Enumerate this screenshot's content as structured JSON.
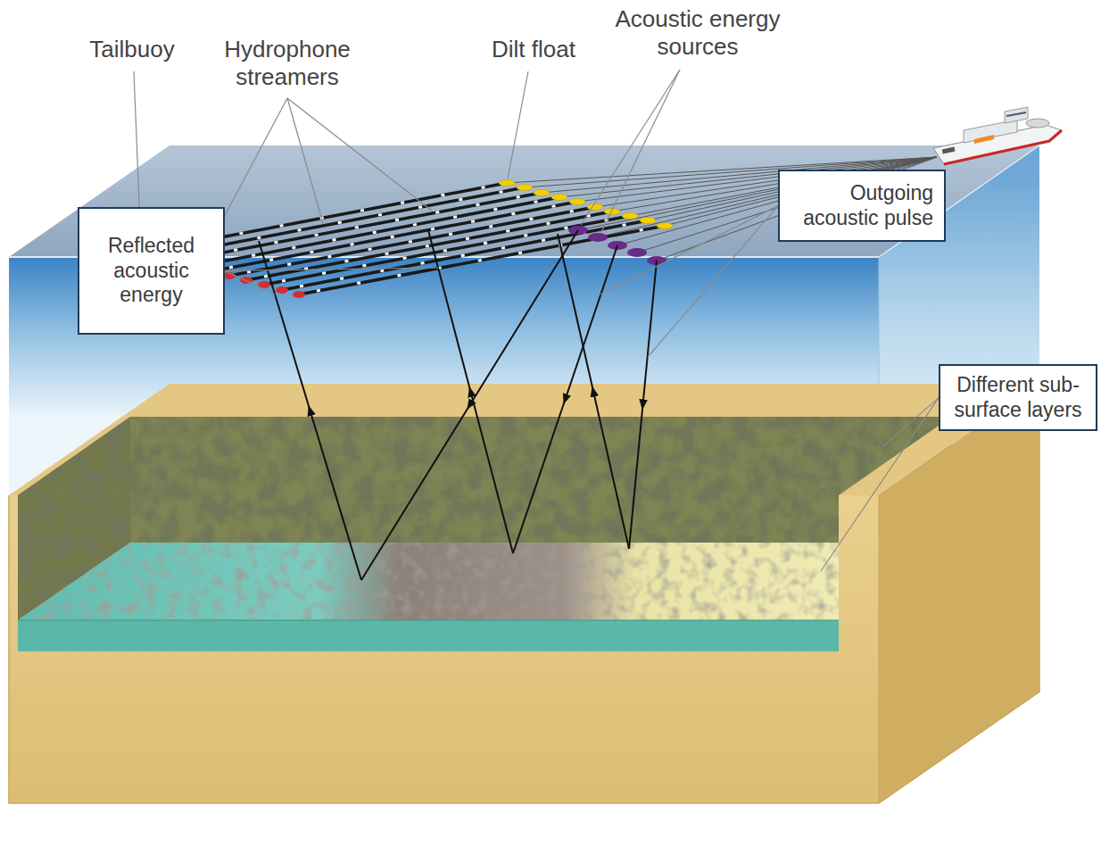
{
  "diagram": {
    "nodes": [
      {
        "text": [
          "Outgoing acoustic pulse"
        ]
      },
      {
        "text": [
          "Reflected acoustic energy"
        ]
      },
      {
        "text": [
          "Different sub-surface layers"
        ]
      }
    ],
    "labels": [
      "Tailbuoy",
      "Hydrophone streamers",
      "Dilt float",
      "Acoustic energy sources"
    ]
  }
}
